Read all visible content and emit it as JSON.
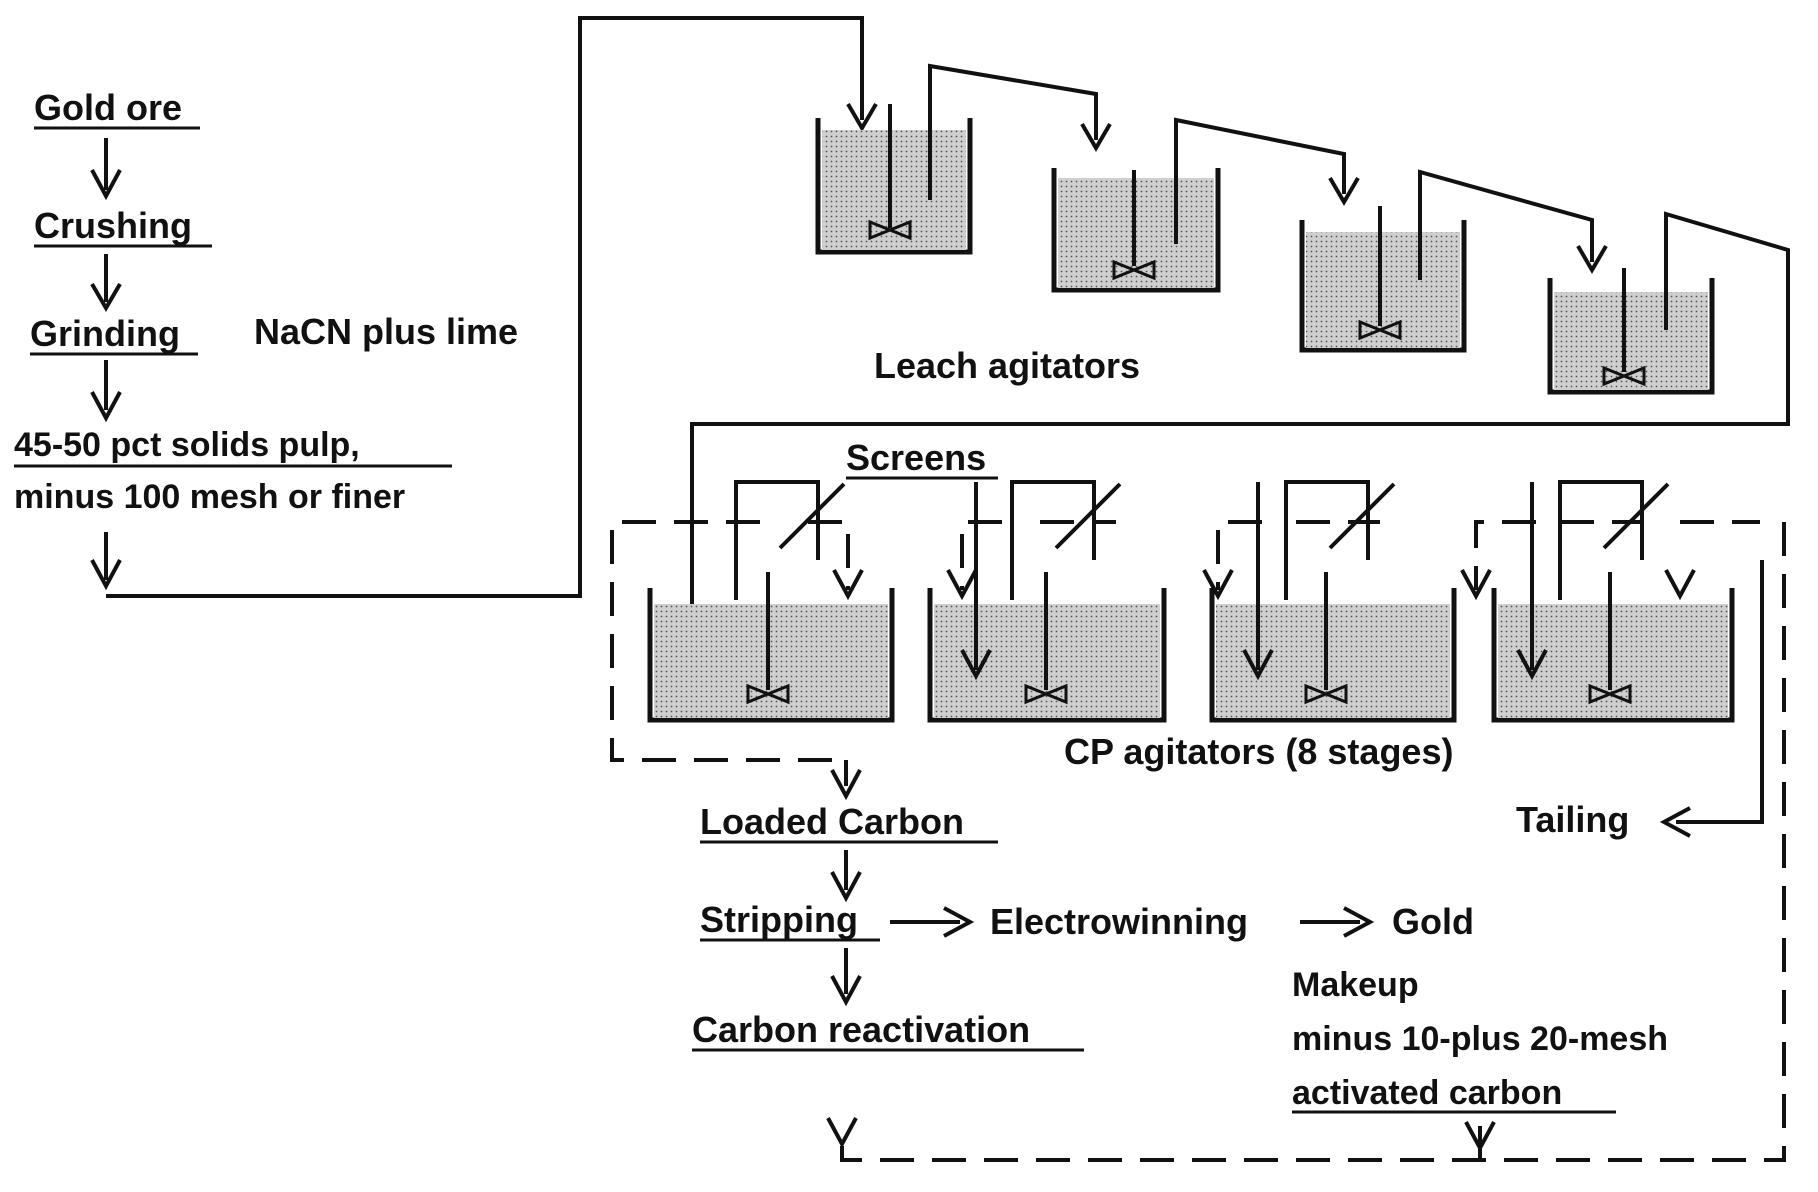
{
  "labels": {
    "gold_ore": "Gold ore",
    "crushing": "Crushing",
    "grinding": "Grinding",
    "reagent": "NaCN plus lime",
    "pulp_line1": "45-50 pct solids pulp,",
    "pulp_line2": "minus 100 mesh or finer",
    "leach_agitators": "Leach agitators",
    "screens": "Screens",
    "cp_agitators": "CP agitators (8 stages)",
    "loaded_carbon": "Loaded Carbon",
    "tailing": "Tailing",
    "stripping": "Stripping",
    "electrowinning": "Electrowinning",
    "gold": "Gold",
    "makeup_line1": "Makeup",
    "makeup_line2": "minus 10-plus 20-mesh",
    "makeup_line3": "activated carbon",
    "carbon_reactivation": "Carbon  reactivation"
  },
  "colors": {
    "line": "#111111",
    "slurry_fill": "#c4c4c4",
    "background": "#ffffff"
  }
}
